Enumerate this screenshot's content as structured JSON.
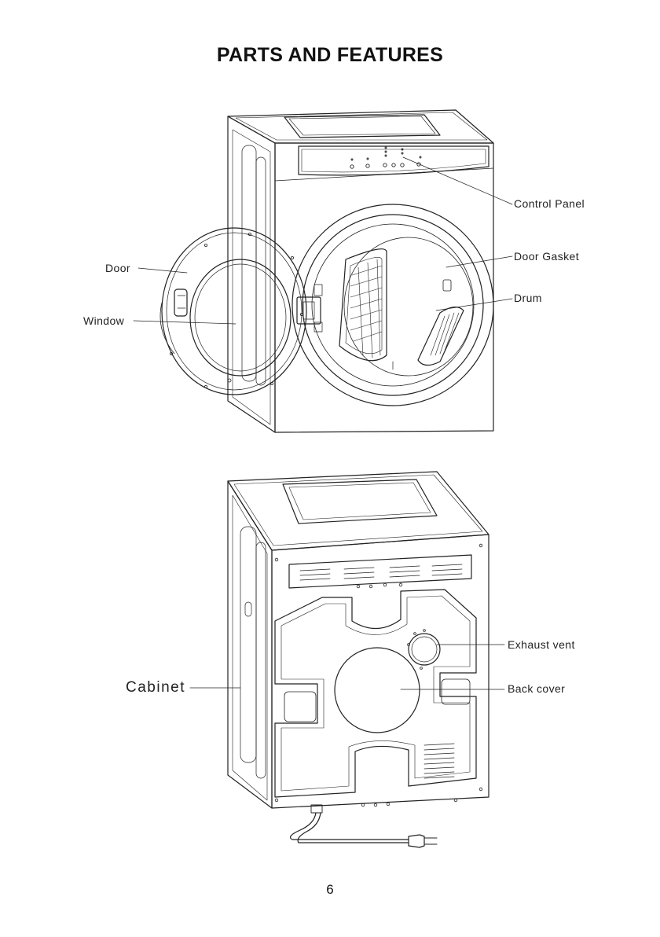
{
  "page": {
    "title": "PARTS AND FEATURES",
    "page_number": "6"
  },
  "front_view": {
    "labels": {
      "control_panel": "Control Panel",
      "door_gasket": "Door Gasket",
      "drum": "Drum",
      "door": "Door",
      "window": "Window"
    }
  },
  "back_view": {
    "labels": {
      "exhaust_vent": "Exhaust vent",
      "back_cover": "Back cover",
      "cabinet": "Cabinet"
    }
  },
  "colors": {
    "line": "#222222",
    "text": "#111111"
  }
}
